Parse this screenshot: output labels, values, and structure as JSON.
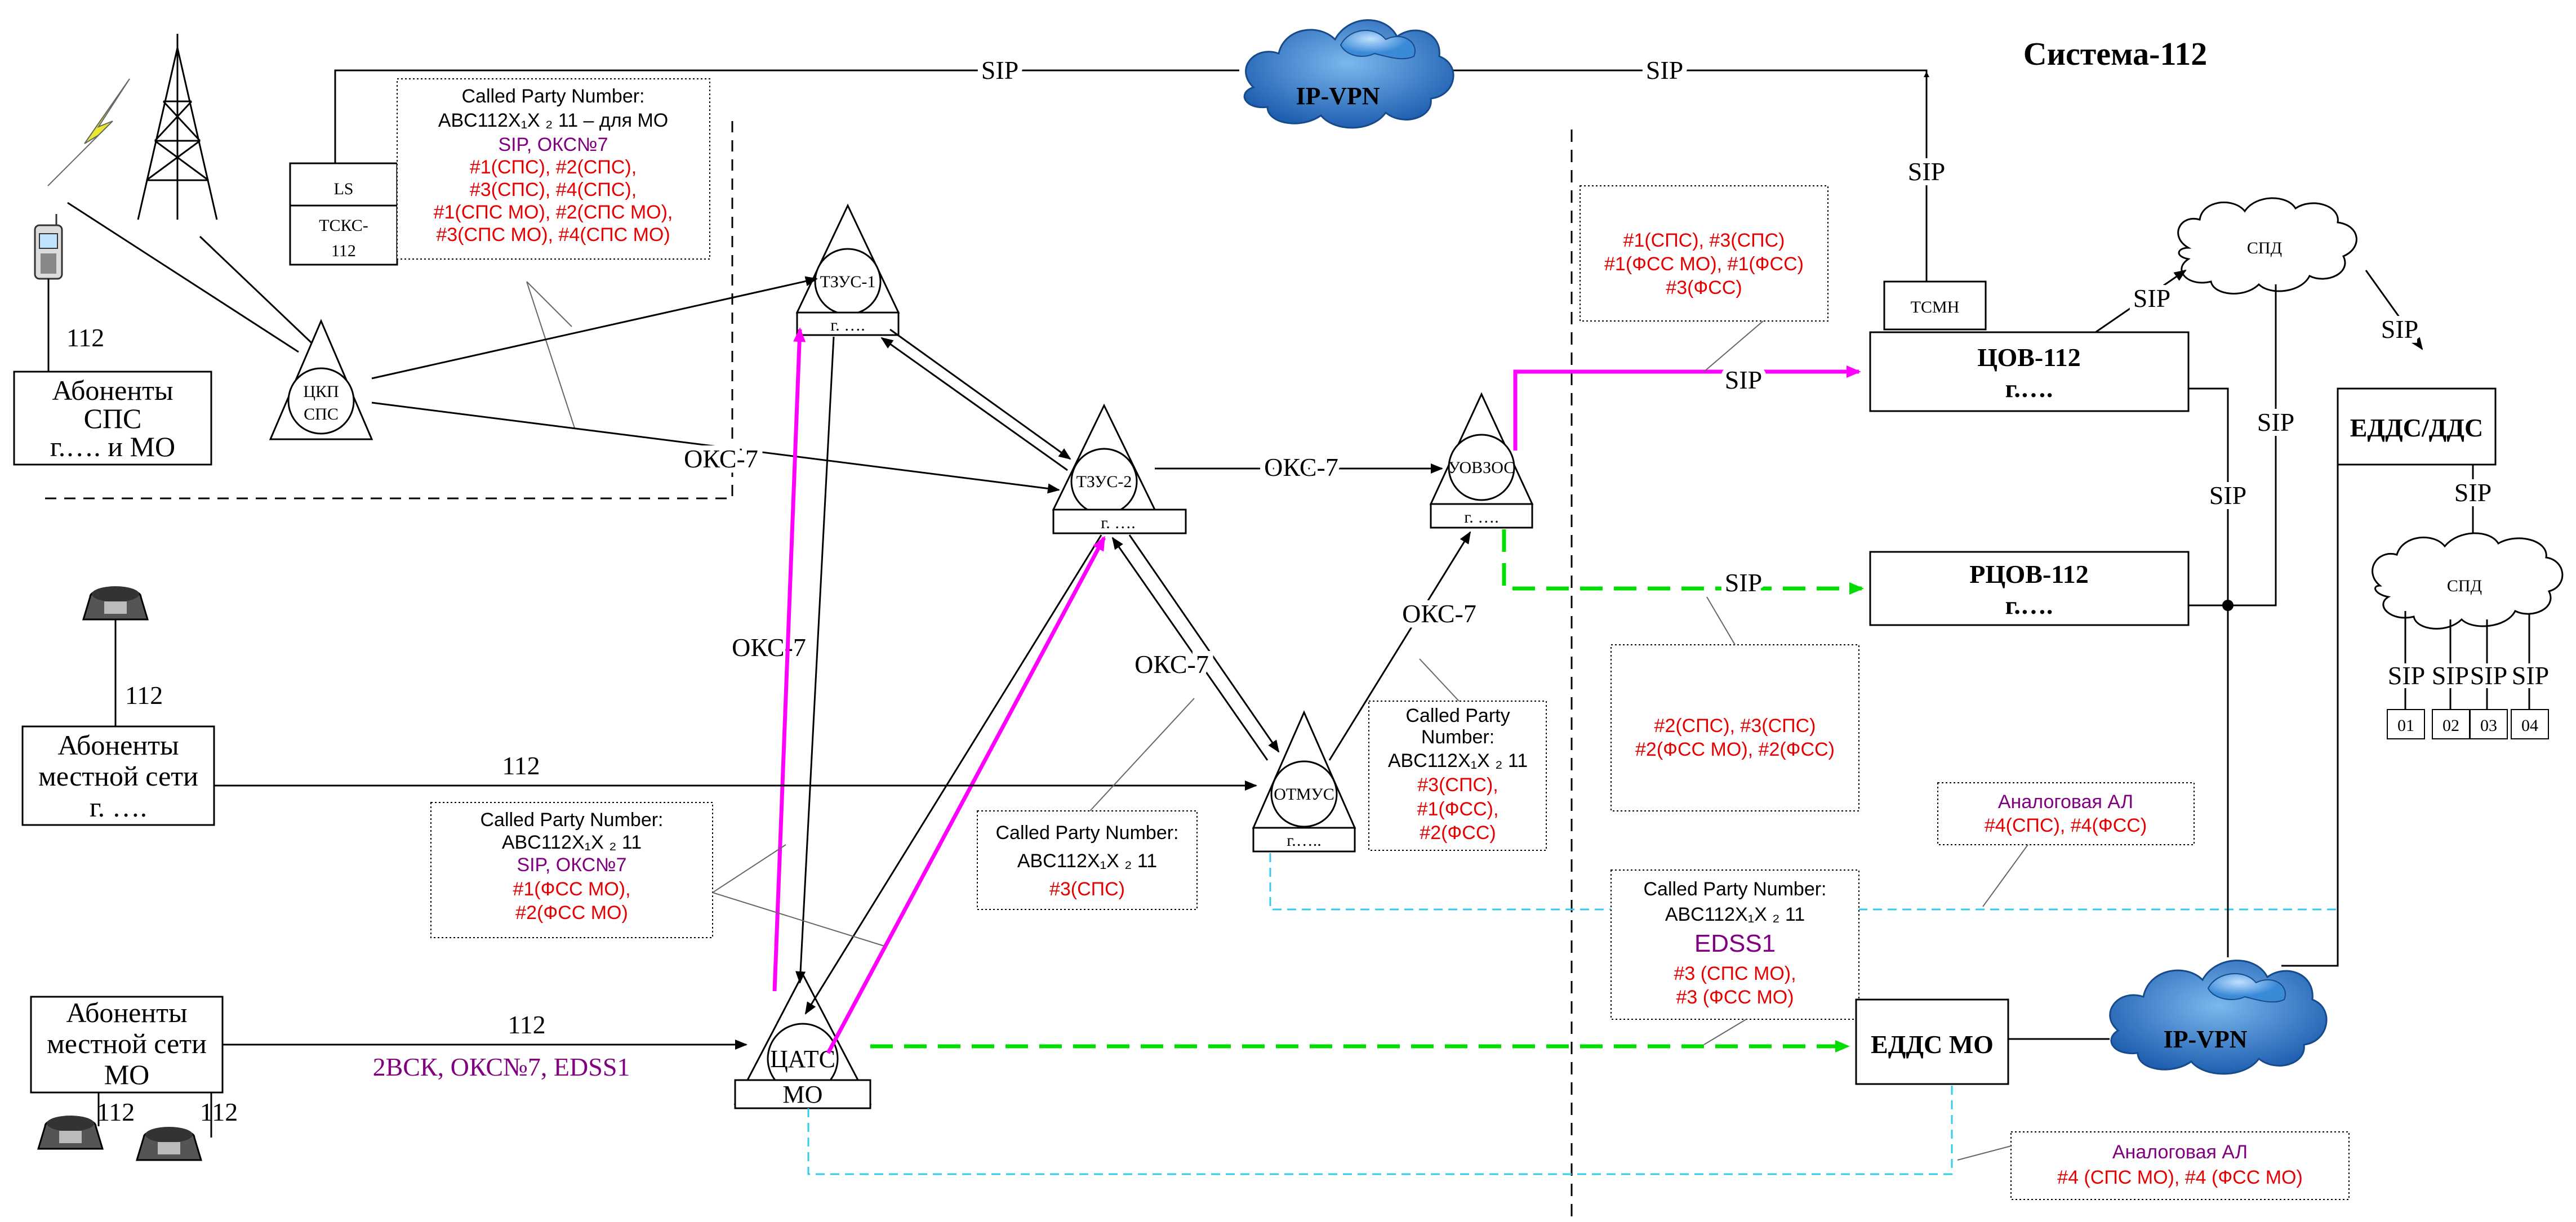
{
  "title": "Система-112",
  "subscribers": {
    "mobile": {
      "line1": "Абоненты",
      "line2": "СПС",
      "line3": "г.…. и МО",
      "code": "112"
    },
    "local_city": {
      "line1": "Абоненты",
      "line2": "местной сети",
      "line3": "г. ….",
      "code_phone": "112",
      "code_line": "112"
    },
    "local_mo": {
      "line1": "Абоненты",
      "line2": "местной сети",
      "line3": "МО",
      "code_line": "112",
      "code_phone1": "112",
      "code_phone2": "112"
    }
  },
  "nodes": {
    "ls": "LS",
    "tcks": "ТСКС-",
    "tcks2": "112",
    "tsmn": "ТСМН",
    "tskp": "ЦКП",
    "tskp2": "СПС",
    "tzus1": "ТЗУС-1",
    "tzus1_city": "г. ….",
    "tzus2": "ТЗУС-2",
    "tzus2_city": "г. ….",
    "uvzos": "УОВЗОС",
    "uvzos_city": "г. ….",
    "otmus": "ОТМУС",
    "otmus_city": "г.…..",
    "tsats": "ЦАТС",
    "tsats_mo": "МО",
    "tsov": "ЦОВ-112",
    "tsov_city": "г.….",
    "rtsov": "РЦОВ-112",
    "rtsov_city": "г.….",
    "edds_dds": "ЕДДС/ДДС",
    "edds_mo": "ЕДДС МО",
    "spd1": "СПД",
    "spd2": "СПД",
    "ipvpn1": "IP-VPN",
    "ipvpn2": "IP-VPN",
    "ports": [
      "01",
      "02",
      "03",
      "04"
    ]
  },
  "links": {
    "sip_top_left": "SIP",
    "sip_top_right": "SIP",
    "sip_tsmn": "SIP",
    "sip_spd_tsov": "SIP",
    "sip_spd_edds": "SIP",
    "sip_spd_vertical": "SIP",
    "sip_tsov_vertical": "SIP",
    "sip_edds_spd2": "SIP",
    "sip_to_tsov": "SIP",
    "sip_to_rtsov": "SIP",
    "sip_ports": [
      "SIP",
      "SIP",
      "SIP",
      "SIP"
    ],
    "oks_tskp": "ОКС-7",
    "oks_tzus2_uvzos": "ОКС-7",
    "oks_tsats": "ОКС-7",
    "oks_tzus2_otmus": "ОКС-7",
    "oks_otmus_uvzos": "ОКС-7",
    "protocols_mo": "2ВСК, ОКС№7, EDSS1"
  },
  "notes": {
    "n1": {
      "title": "Called Party Number:",
      "num": "ABC112X₁X ₂ 11 – для МО",
      "proto": "SIP, ОКС№7",
      "lines": [
        "#1(СПС), #2(СПС),",
        "#3(СПС), #4(СПС),",
        "#1(СПС МО), #2(СПС МО),",
        "#3(СПС МО), #4(СПС МО)"
      ]
    },
    "n2": {
      "lines": [
        "#1(СПС), #3(СПС)",
        "#1(ФСС МО), #1(ФСС)",
        "#3(ФСС)"
      ]
    },
    "n3": {
      "lines": [
        "#2(СПС), #3(СПС)",
        "#2(ФСС МО), #2(ФСС)"
      ]
    },
    "n4": {
      "title": "Called Party Number:",
      "num": "ABC112X₁X ₂ 11",
      "proto": "SIP, ОКС№7",
      "lines": [
        "#1(ФСС МО),",
        "#2(ФСС МО)"
      ]
    },
    "n5": {
      "title": "Called Party Number:",
      "num": "ABC112X₁X ₂ 11",
      "lines": [
        "#3(СПС)"
      ]
    },
    "n6": {
      "title1": "Called Party",
      "title2": "Number:",
      "num": "ABC112X₁X ₂ 11",
      "lines": [
        "#3(СПС),",
        "#1(ФСС),",
        "#2(ФСС)"
      ]
    },
    "n7": {
      "title": "Called Party Number:",
      "num": "ABC112X₁X ₂ 11",
      "proto": "EDSS1",
      "lines": [
        "#3 (СПС МО),",
        "#3 (ФСС МО)"
      ]
    },
    "n8": {
      "title": "Аналоговая АЛ",
      "lines": [
        "#4(СПС), #4(ФСС)"
      ]
    },
    "n9": {
      "title": "Аналоговая АЛ",
      "lines": [
        "#4 (СПС МО), #4 (ФСС МО)"
      ]
    }
  },
  "colors": {
    "magenta": "#ff00ff",
    "green": "#00dd00",
    "cyan": "#33ccee",
    "red": "#e60000",
    "purple": "#800080",
    "cloud_blue": "#2a7fd4"
  }
}
